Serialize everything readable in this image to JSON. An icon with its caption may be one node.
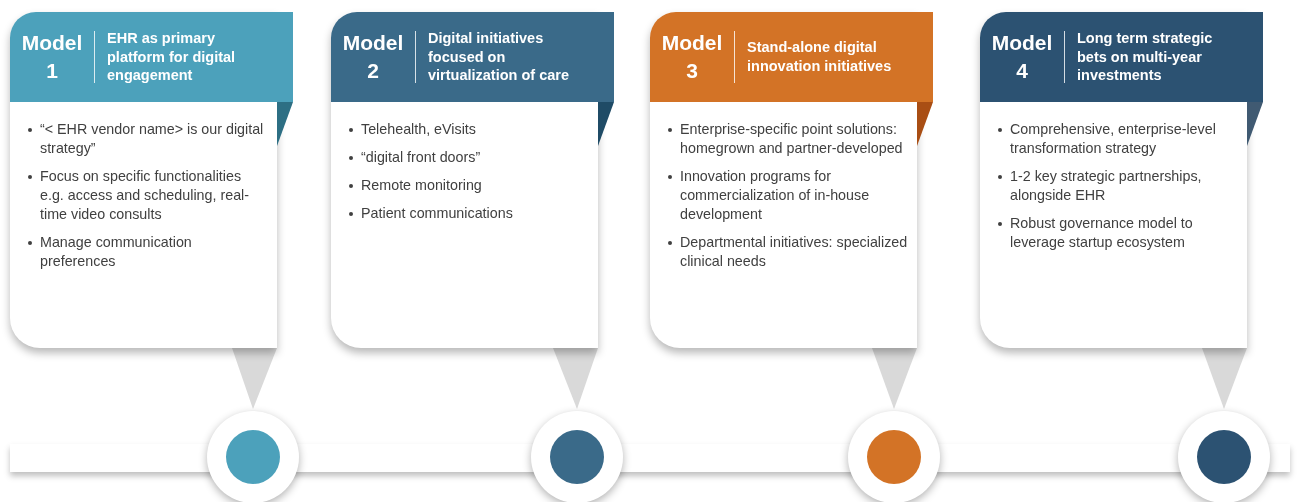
{
  "diagram": {
    "nodes": [
      {
        "text": [
          "Model 1",
          "EHR as primary platform for digital engagement",
          "“< EHR vendor name> is our digital strategy”",
          "Focus on specific functionalities e.g. access and scheduling, real-time video consults",
          "Manage communication preferences"
        ]
      },
      {
        "text": [
          "Model 2",
          "Digital initiatives focused on virtualization of care",
          "Telehealth, eVisits",
          "“digital front doors”",
          "Remote monitoring",
          "Patient communications"
        ]
      },
      {
        "text": [
          "Model 3",
          "Stand-alone digital innovation initiatives",
          "Enterprise-specific point solutions: homegrown and partner-developed",
          "Innovation programs for commercialization of in-house development",
          "Departmental initiatives: specialized clinical needs"
        ]
      },
      {
        "text": [
          "Model 4",
          "Long term strategic bets on multi-year investments",
          "Comprehensive, enterprise-level transformation strategy",
          "1-2 key strategic partnerships, alongside EHR",
          "Robust governance model to leverage startup ecosystem"
        ]
      },
      {
        "text": [],
        "shape": "bar"
      },
      {
        "text": [],
        "shape": "circle"
      },
      {
        "text": [],
        "shape": "circle"
      },
      {
        "text": [],
        "shape": "circle"
      },
      {
        "text": [],
        "shape": "circle"
      }
    ],
    "edges": [
      {
        "from": 0,
        "to": 5,
        "arrow": "to"
      },
      {
        "from": 1,
        "to": 6,
        "arrow": "to"
      },
      {
        "from": 2,
        "to": 7,
        "arrow": "to"
      },
      {
        "from": 3,
        "to": 8,
        "arrow": "to"
      }
    ]
  }
}
